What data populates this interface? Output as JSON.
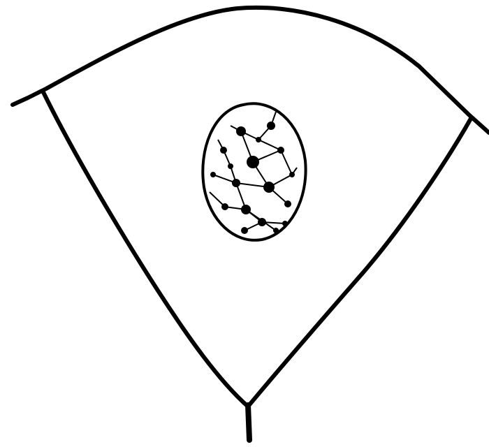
{
  "diagram": {
    "subject": "cell-with-nucleus",
    "style": "black-ink-line-drawing",
    "colors": {
      "background": "#ffffff",
      "ink": "#000000"
    },
    "parts": [
      {
        "id": "cell-wall-top",
        "kind": "curved-boundary"
      },
      {
        "id": "cell-wall-left",
        "kind": "boundary"
      },
      {
        "id": "cell-wall-right",
        "kind": "boundary"
      },
      {
        "id": "junction-stub-bottom",
        "kind": "adjoining-wall"
      },
      {
        "id": "nucleus",
        "kind": "oval-with-chromatin-granules"
      }
    ]
  }
}
